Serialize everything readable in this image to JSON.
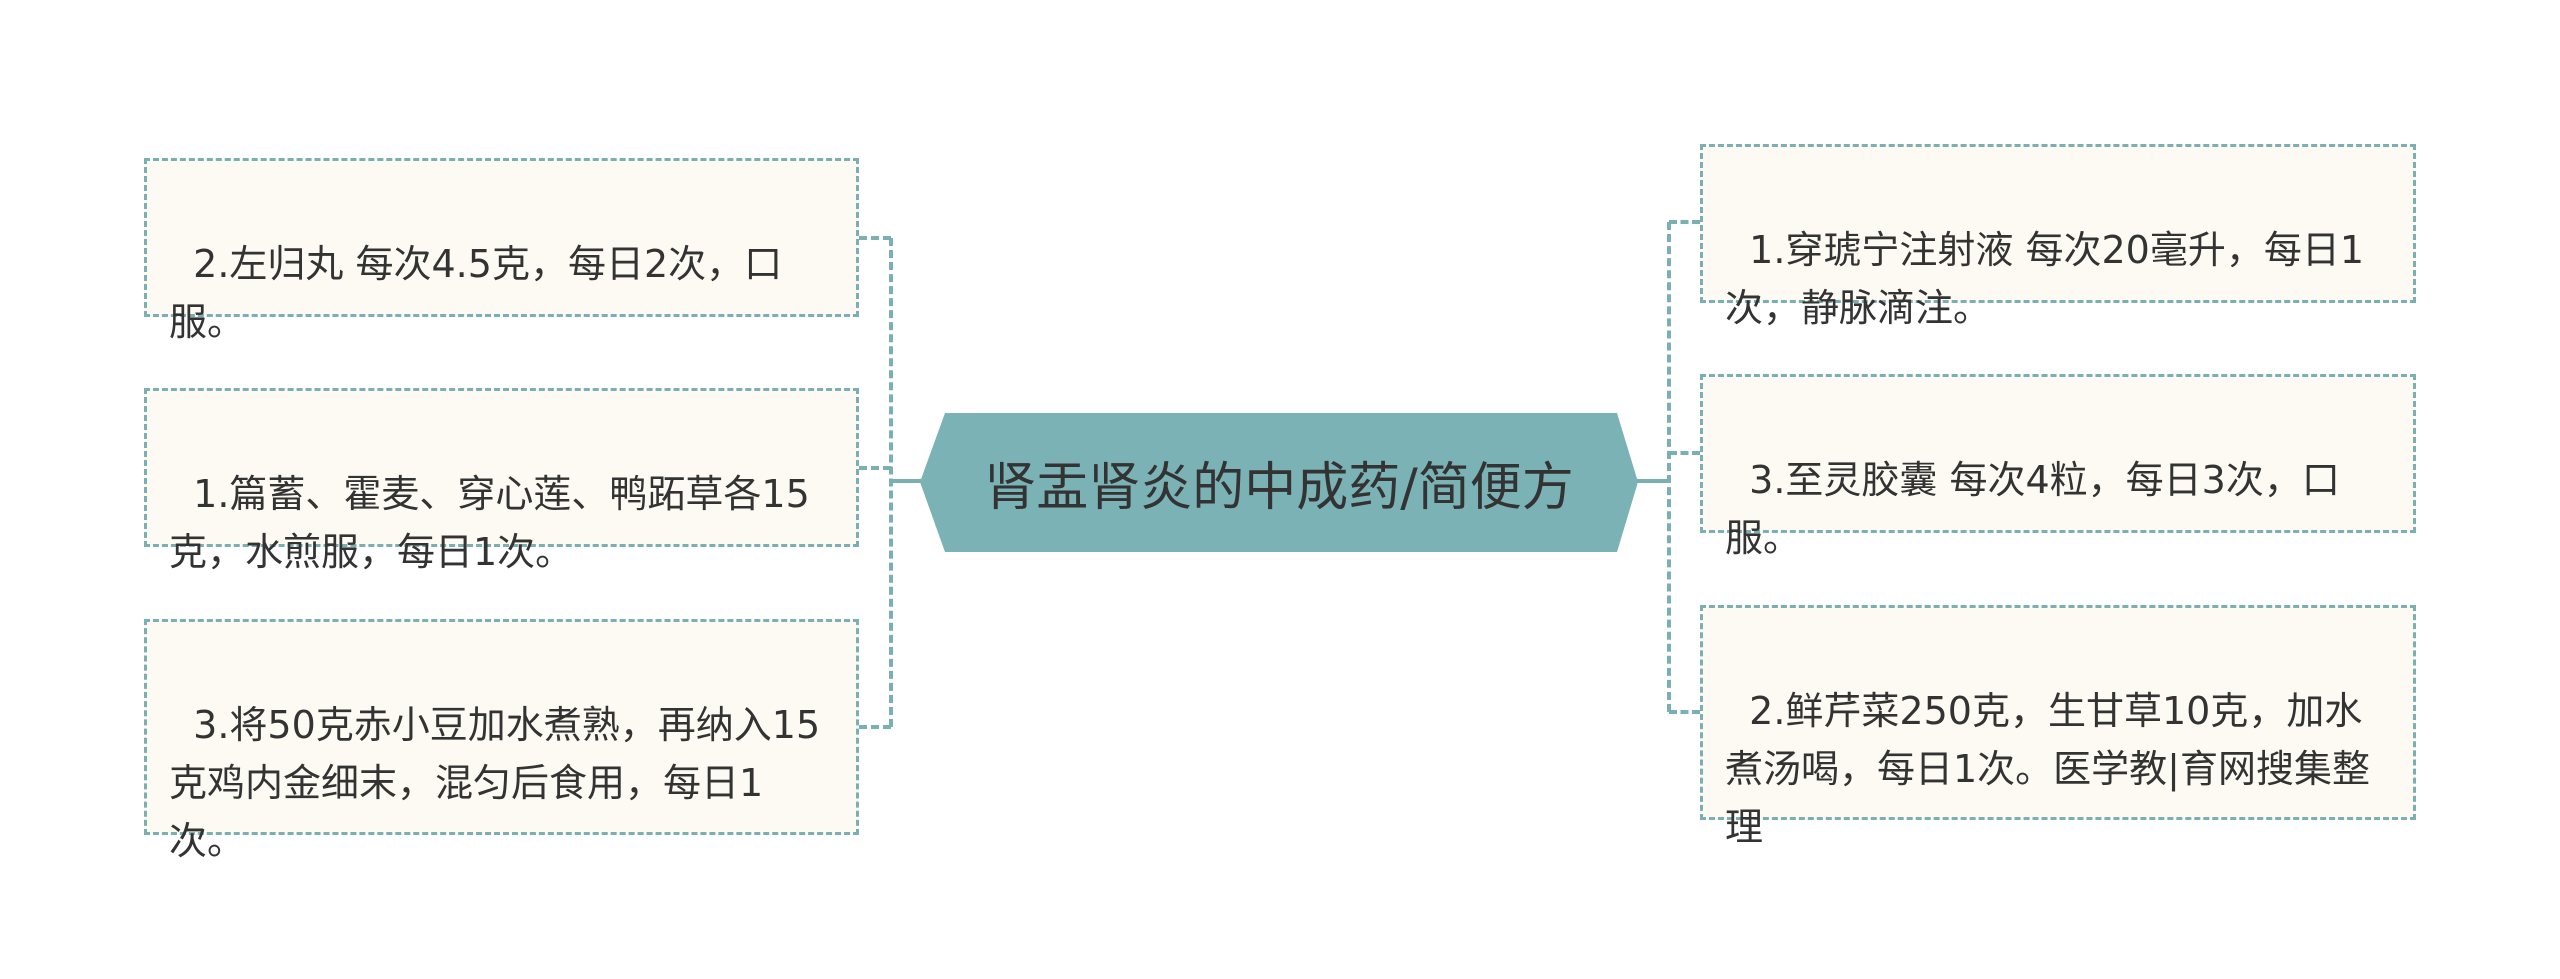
{
  "title": "肾盂肾炎的中成药/简便方",
  "colors": {
    "center_fill": "#7ab2b5",
    "box_fill": "#fcfaf2",
    "border": "#7aafb3",
    "text": "#333333"
  },
  "left_nodes": [
    {
      "text": "2.左归丸 每次4.5克，每日2次，口服。"
    },
    {
      "text": "1.篇蓄、霍麦、穿心莲、鸭跖草各15克，水煎服，每日1次。"
    },
    {
      "text": "3.将50克赤小豆加水煮熟，再纳入15克鸡内金细末，混匀后食用，每日1次。"
    }
  ],
  "right_nodes": [
    {
      "text": "1.穿琥宁注射液 每次20毫升，每日1次，静脉滴注。"
    },
    {
      "text": "3.至灵胶囊 每次4粒，每日3次，口服。"
    },
    {
      "text": "2.鲜芹菜250克，生甘草10克，加水煮汤喝，每日1次。医学教|育网搜集整理"
    }
  ]
}
